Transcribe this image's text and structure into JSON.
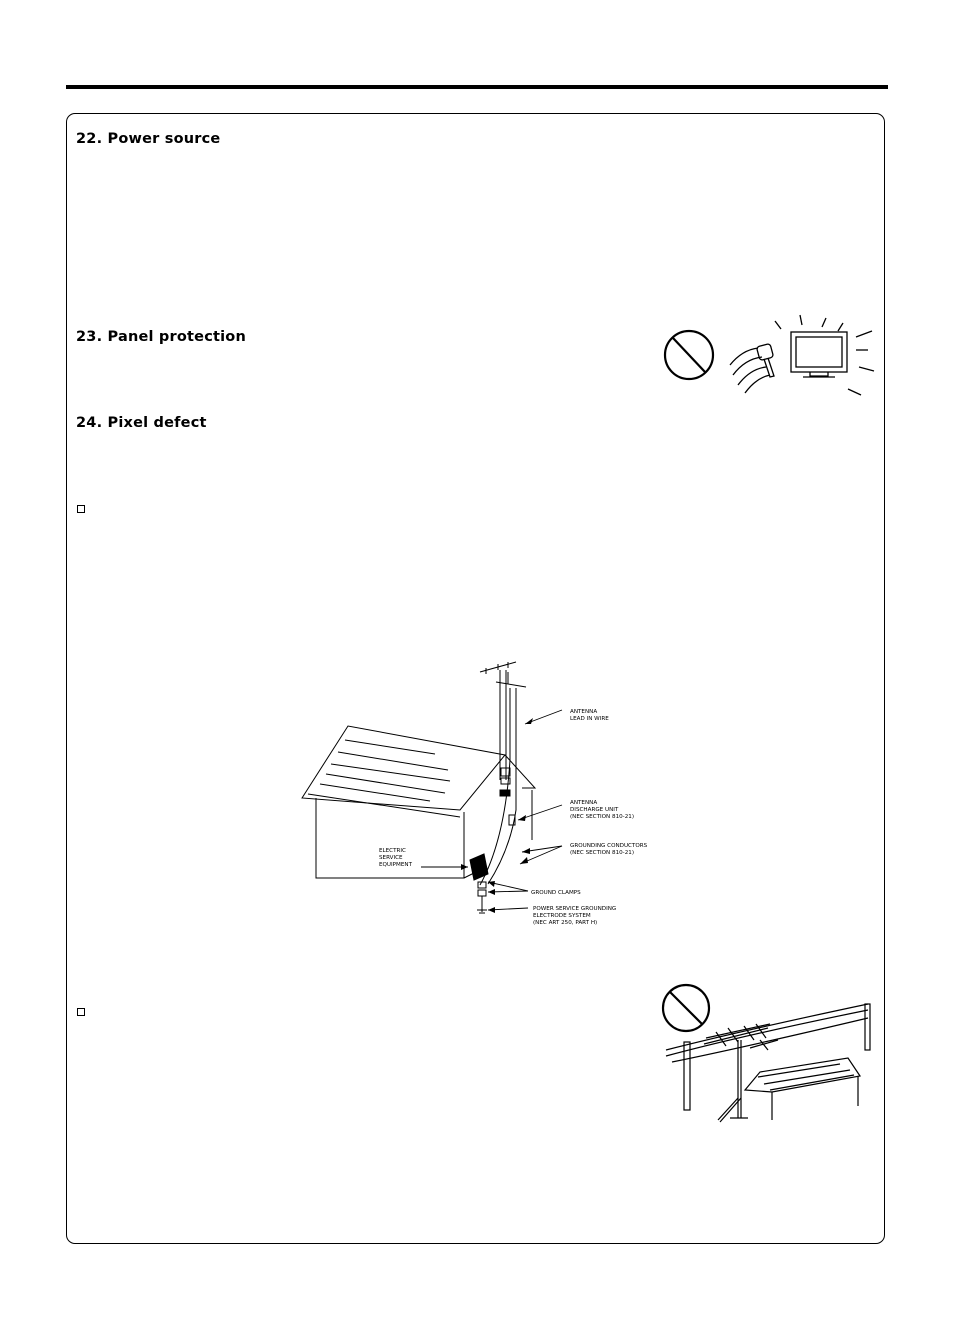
{
  "sections": [
    {
      "number": "22.",
      "title": "Power source"
    },
    {
      "number": "23.",
      "title": "Panel protection"
    },
    {
      "number": "24.",
      "title": "Pixel defect"
    }
  ],
  "headings": {
    "power_source": "22. Power source",
    "panel_protection": "23. Panel protection",
    "pixel_defect": "24.  Pixel  defect"
  },
  "grounding_diagram": {
    "labels": {
      "antenna_lead_1": "ANTENNA",
      "antenna_lead_2": "LEAD IN WIRE",
      "discharge_1": "ANTENNA",
      "discharge_2": "DISCHARGE UNIT",
      "discharge_3": "(NEC SECTION 810-21)",
      "conductors_1": "GROUNDING CONDUCTORS",
      "conductors_2": "(NEC SECTION 810-21)",
      "electric_1": "ELECTRIC",
      "electric_2": "SERVICE",
      "electric_3": "EQUIPMENT",
      "clamps": "GROUND CLAMPS",
      "electrode_1": "POWER SERVICE GROUNDING",
      "electrode_2": "ELECTRODE SYSTEM",
      "electrode_3": "(NEC ART 250, PART H)"
    }
  },
  "icons": {
    "prohibition": "prohibition-icon",
    "hammer_tv": "hammer-hitting-tv-icon",
    "power_lines": "antenna-near-power-lines-icon"
  }
}
